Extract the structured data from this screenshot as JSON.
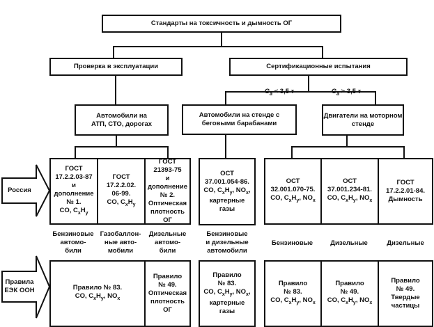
{
  "root": {
    "title": "Стандарты на токсичность и дымность ОГ"
  },
  "level1": {
    "operation_check": "Проверка в эксплуатации",
    "certification": "Сертификационные испытания"
  },
  "mass_conditions": {
    "light": {
      "symbol": "G",
      "sub": "a",
      "rest": " < 3,5 т"
    },
    "heavy": {
      "symbol": "G",
      "sub": "a",
      "rest": " > 3,5 т"
    }
  },
  "level2": {
    "atp": "Автомобили на\nАТП, СТО, дорогах",
    "chassis_stand": "Автомобили на стенде с\nбеговыми барабанами",
    "engine_stand": "Двигатели на моторном\nстенде"
  },
  "arrows": {
    "russia": "Россия",
    "ece": "Правила\nЕЭК ООН"
  },
  "russia_standards": [
    {
      "head": "ГОСТ\n17.2.2.03-87\nи дополнение\n№ 1.",
      "pollutants": "CO, CxHy"
    },
    {
      "head": "ГОСТ\n17.2.2.02.\n06-99.",
      "pollutants": "CO, CxHy"
    },
    {
      "head": "ГОСТ\n21393-75\nи дополнение\n№ 2.\nОптическая\nплотность ОГ",
      "pollutants": ""
    },
    {
      "head": "ОСТ\n37.001.054-86.",
      "pollutants": "CO, CxHy, NOx,",
      "tail": "картерные\nгазы"
    },
    {
      "head": "ОСТ\n32.001.070-75.",
      "pollutants": "CO, CxHy, NOx"
    },
    {
      "head": "ОСТ\n37.001.234-81.",
      "pollutants": "CO, CxHy, NOx"
    },
    {
      "head": "ГОСТ\n17.2.2.01-84.\nДымность",
      "pollutants": ""
    }
  ],
  "vehicle_types": [
    "Бензиновые\nавтомо-\nбили",
    "Газобаллон-\nные авто-\nмобили",
    "Дизельные\nавтомо-\nбили",
    "Бензиновые\nи дизельные\nавтомобили",
    "Бензиновые",
    "Дизельные",
    "Дизельные"
  ],
  "ece_rules": [
    {
      "head": "Правило № 83.",
      "pollutants": "CO, CxHy, NOx"
    },
    {
      "head": "Правило\n№ 49.\nОптическая\nплотность\nОГ",
      "pollutants": ""
    },
    {
      "head": "Правило\n№ 83.",
      "pollutants": "CO, CxHy, NOx,",
      "tail": "картерные\nгазы"
    },
    {
      "head": "Правило\n№ 83.",
      "pollutants": "CO, CxHy, NOx"
    },
    {
      "head": "Правило\n№ 49.",
      "pollutants": "CO, CxHy, NOx"
    },
    {
      "head": "Правило\n№ 49.\nТвердые\nчастицы",
      "pollutants": ""
    }
  ]
}
